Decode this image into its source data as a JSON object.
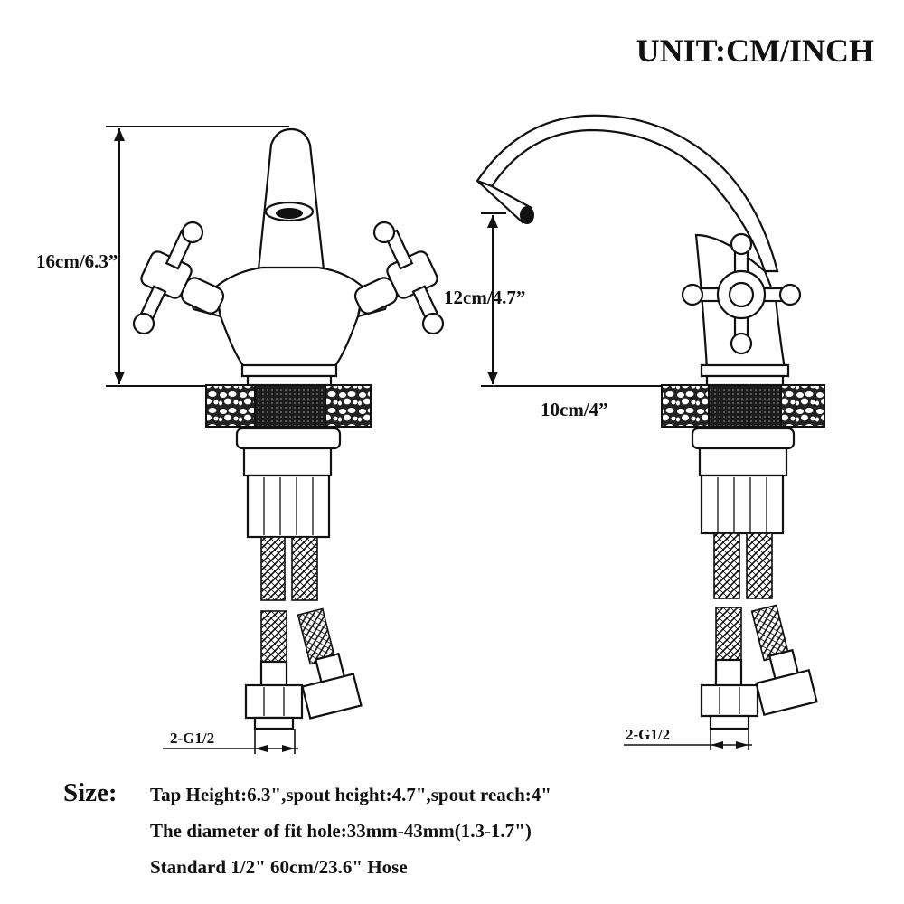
{
  "unit_label": "UNIT:CM/INCH",
  "front_view": {
    "height_label": "16cm/6.3”",
    "thread_label": "2-G1/2"
  },
  "side_view": {
    "spout_height_label": "12cm/4.7”",
    "spout_reach_label": "10cm/4”",
    "thread_label": "2-G1/2"
  },
  "specs": {
    "heading": "Size:",
    "line1": "Tap Height:6.3\",spout height:4.7\",spout reach:4\"",
    "line2": "The diameter of fit hole:33mm-43mm(1.3-1.7\")",
    "line3": "Standard 1/2\" 60cm/23.6\" Hose"
  },
  "colors": {
    "ink": "#111111",
    "background": "#ffffff"
  }
}
